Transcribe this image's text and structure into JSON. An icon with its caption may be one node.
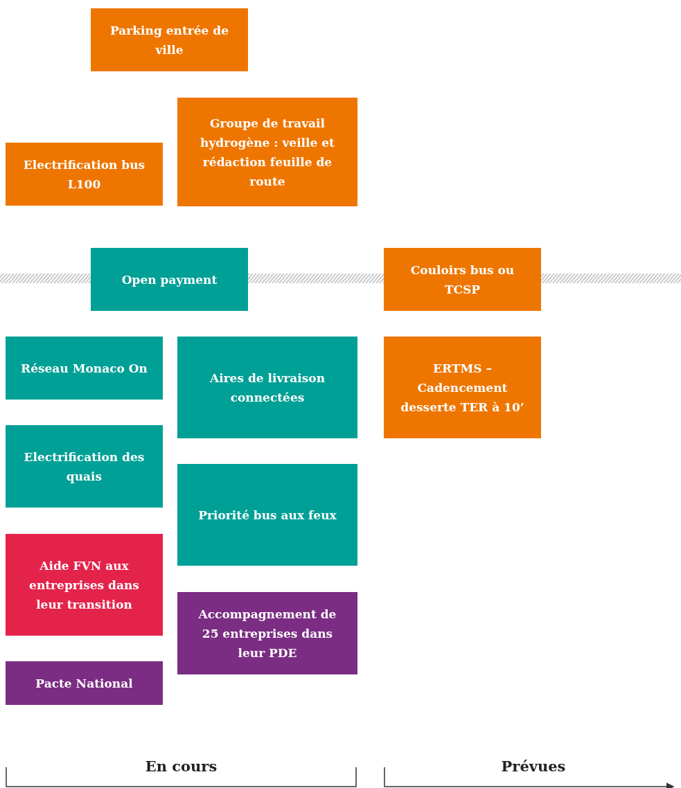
{
  "diagram": {
    "nodes": [
      {
        "text": [
          "Parking entrée de ville"
        ]
      },
      {
        "text": [
          "Groupe de travail hydrogène : veille et rédaction feuille de route"
        ]
      },
      {
        "text": [
          "Electrification bus L100"
        ]
      },
      {
        "text": [
          "Open payment"
        ]
      },
      {
        "text": [
          "Couloirs bus ou TCSP"
        ]
      },
      {
        "text": [
          "Réseau Monaco On"
        ]
      },
      {
        "text": [
          "Aires de livraison connectées"
        ]
      },
      {
        "text": [
          "ERTMS – Cadencement desserte TER à 10’"
        ]
      },
      {
        "text": [
          "Electrification des quais"
        ]
      },
      {
        "text": [
          "Priorité bus aux feux"
        ]
      },
      {
        "text": [
          "Aide FVN aux entreprises dans leur transition"
        ]
      },
      {
        "text": [
          "Accompagnement de 25 entreprises dans leur PDE"
        ]
      },
      {
        "text": [
          "Pacte National"
        ]
      }
    ],
    "labels": [
      "En cours",
      "Prévues"
    ]
  }
}
